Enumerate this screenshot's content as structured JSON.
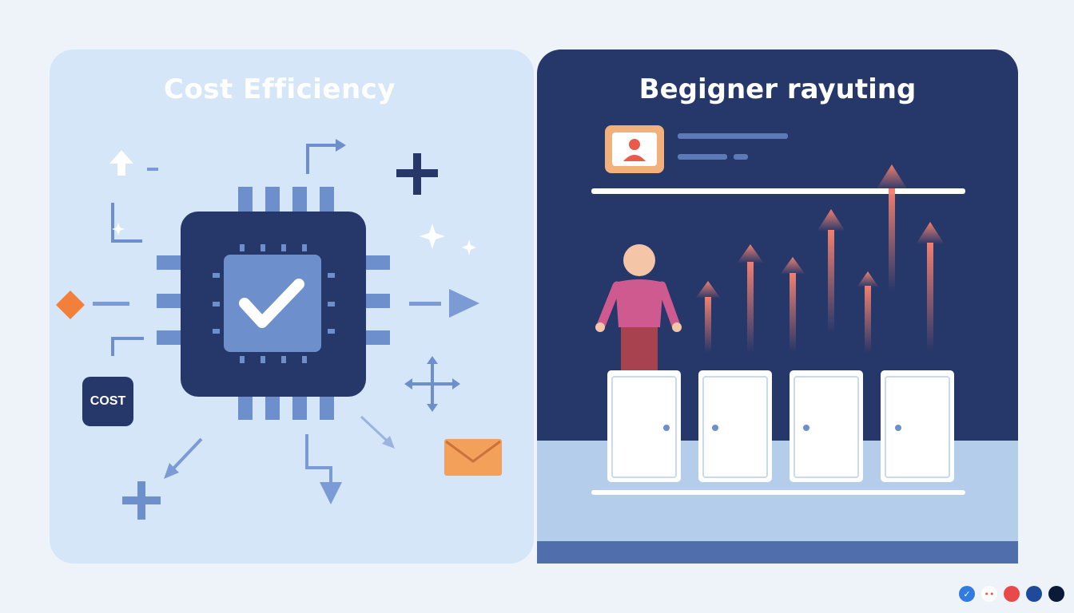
{
  "left_panel": {
    "title": "Cost Efficiency",
    "badge": "COST"
  },
  "right_panel": {
    "title": "Begigner rayuting"
  },
  "colors": {
    "left_bg": "#d6e6f9",
    "right_bg": "#26376a",
    "chip": "#26376a",
    "accent_blue": "#6d8fcc",
    "arrow_red": "#f08070",
    "envelope": "#f2a05a",
    "diamond": "#f2803a"
  },
  "icons": [
    "chip-icon",
    "checkmark-icon",
    "arrow-icon",
    "plus-icon",
    "sparkle-icon",
    "envelope-icon",
    "move-icon",
    "diamond-icon",
    "profile-icon",
    "person-figure",
    "door-icon"
  ]
}
